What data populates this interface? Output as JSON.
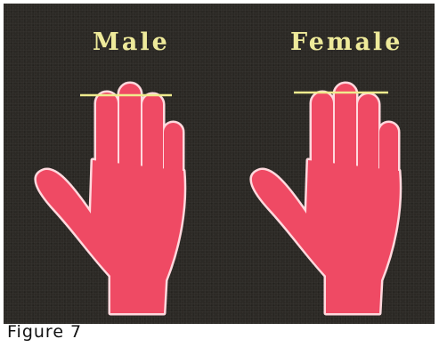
{
  "figure": {
    "caption": "Figure 7",
    "labels": {
      "left": "Male",
      "right": "Female"
    },
    "colors": {
      "background": "#2c2925",
      "hand_fill": "#ef4a64",
      "hand_outline": "#ffd9de",
      "reference_line": "#f0ec8e",
      "label_text": "#eeea9a"
    }
  }
}
